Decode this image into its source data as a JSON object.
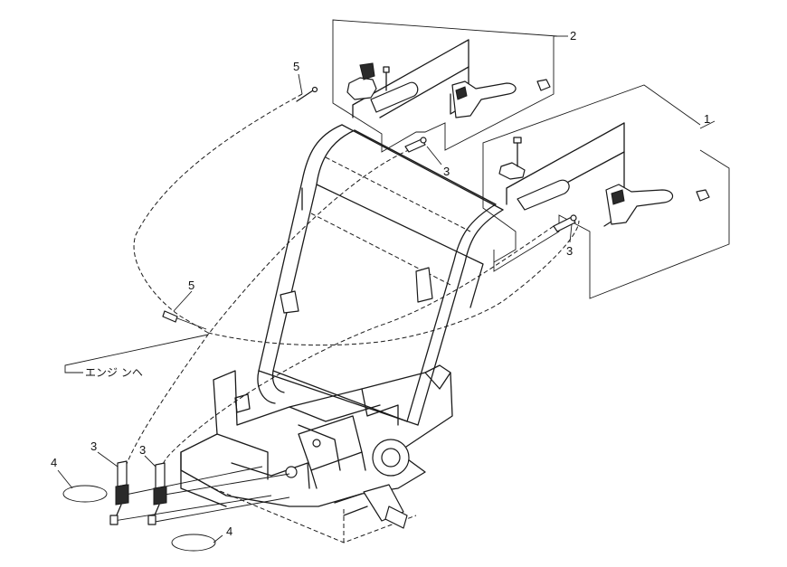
{
  "callouts": {
    "c1": "1",
    "c2": "2",
    "c3a": "3",
    "c3b": "3",
    "c3c": "3",
    "c3d": "3",
    "c4a": "4",
    "c4b": "4",
    "c5a": "5",
    "c5b": "5"
  },
  "engine_label": "エンジ ンヘ"
}
